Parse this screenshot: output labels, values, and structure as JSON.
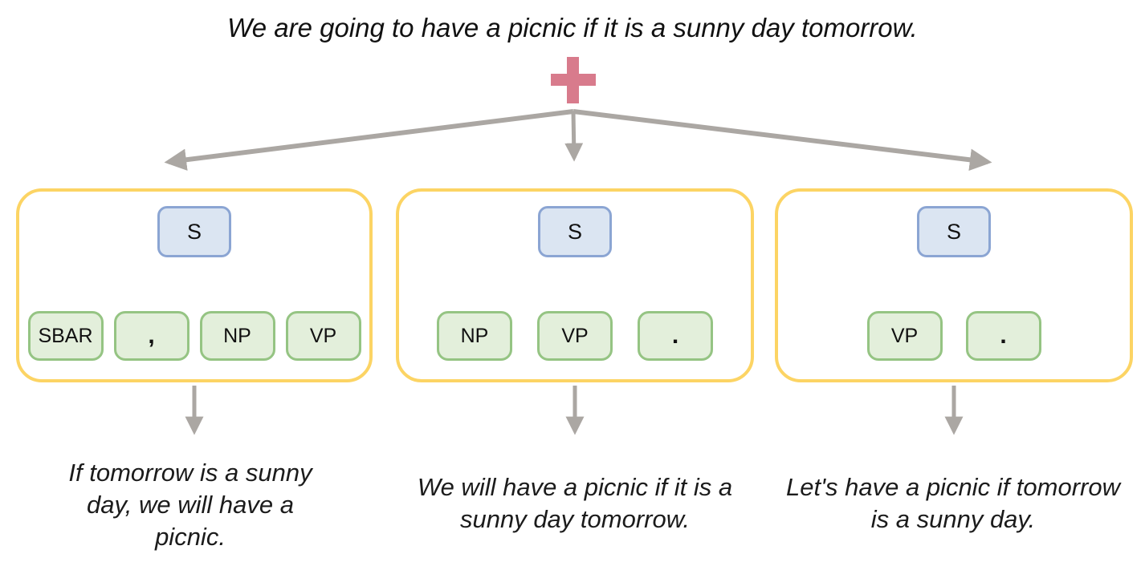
{
  "source_sentence": "We are going to have a picnic if it is a sunny day tomorrow.",
  "icons": {
    "plus": "+"
  },
  "colors": {
    "plus": "#D87B8C",
    "arrow": "#ABA7A3",
    "template_box_border": "#FCD464",
    "root_node_fill": "#DBE5F2",
    "root_node_border": "#8BA5D3",
    "child_node_fill": "#E3EFDB",
    "child_node_border": "#95C483",
    "text": "#1B1B1B"
  },
  "trees": [
    {
      "root": "S",
      "children": [
        "SBAR",
        ",",
        "NP",
        "VP"
      ],
      "paraphrase": "If tomorrow is a sunny day, we will have a picnic."
    },
    {
      "root": "S",
      "children": [
        "NP",
        "VP",
        "."
      ],
      "paraphrase": "We will have a picnic if it is a sunny day tomorrow."
    },
    {
      "root": "S",
      "children": [
        "VP",
        "."
      ],
      "paraphrase": "Let's have a picnic if tomorrow is a sunny day."
    }
  ]
}
